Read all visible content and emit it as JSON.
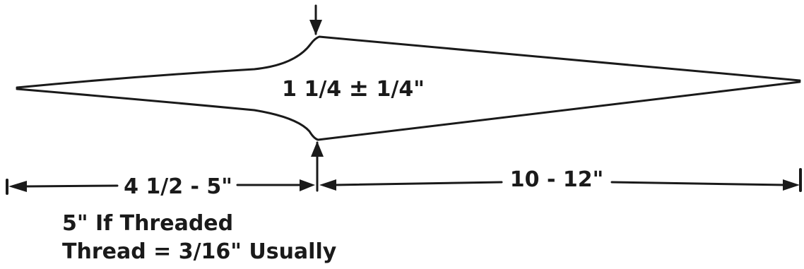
{
  "diagram": {
    "width_label": "1 1/4 ",
    "plus_minus": "±",
    "width_tolerance": " 1/4\"",
    "left_length_label": "4 1/2 - 5\"",
    "right_length_label": "10 - 12\"",
    "notes": [
      "5\" If Threaded",
      "Thread = 3/16\" Usually"
    ]
  },
  "colors": {
    "ink": "#1a1a1a",
    "background": "#ffffff"
  }
}
